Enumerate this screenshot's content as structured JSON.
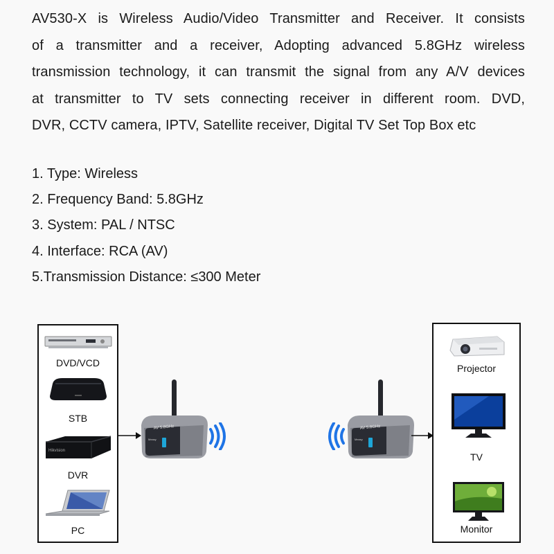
{
  "intro": {
    "lines": [
      "AV530-X is Wireless Audio/Video Transmitter and Receiver. It consists",
      "of a transmitter and a receiver, Adopting advanced 5.8GHz wireless",
      "transmission technology, it can transmit the signal from any A/V devices",
      "at transmitter to TV sets connecting receiver in different room. DVD,",
      "DVR, CCTV camera, IPTV, Satellite receiver, Digital TV Set Top Box etc"
    ]
  },
  "specs": [
    "1. Type: Wireless",
    "2. Frequency Band: 5.8GHz",
    "3. System: PAL / NTSC",
    "4. Interface: RCA (AV)",
    "5.Transmission Distance: ≤300 Meter"
  ],
  "sources": {
    "items": [
      {
        "label": "DVD/VCD",
        "icon": "dvd-player-icon"
      },
      {
        "label": "STB",
        "icon": "set-top-box-icon"
      },
      {
        "label": "DVR",
        "icon": "dvr-icon"
      },
      {
        "label": "PC",
        "icon": "laptop-icon"
      }
    ]
  },
  "outputs": {
    "items": [
      {
        "label": "Projector",
        "icon": "projector-icon"
      },
      {
        "label": "TV",
        "icon": "tv-icon"
      },
      {
        "label": "Monitor",
        "icon": "monitor-icon"
      }
    ]
  },
  "colors": {
    "signal_wave": "#1f74e6",
    "device_silver": "#9a9ca3",
    "device_dark": "#2a2c33",
    "panel_border": "#111111"
  }
}
